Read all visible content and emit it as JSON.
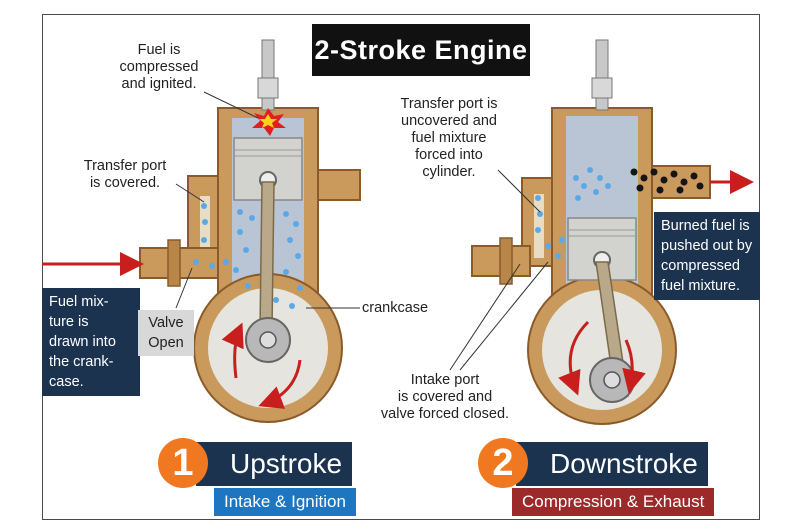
{
  "title": "2-Stroke Engine",
  "callouts": {
    "fuel_compressed": [
      "Fuel is",
      "compressed",
      "and ignited."
    ],
    "transfer_covered": [
      "Transfer port",
      "is covered."
    ],
    "transfer_uncovered": [
      "Transfer port is",
      "uncovered and",
      "fuel mixture",
      "forced into",
      "cylinder."
    ],
    "crankcase": "crankcase",
    "intake_closed": [
      "Intake port",
      "is covered and",
      "valve forced closed."
    ]
  },
  "boxes": {
    "fuel_drawn": [
      "Fuel mix-",
      "ture is",
      "drawn into",
      "the crank-",
      "case."
    ],
    "valve_open": [
      "Valve",
      "Open"
    ],
    "burned_fuel": [
      "Burned fuel is",
      "pushed out by",
      "compressed",
      "fuel mixture."
    ]
  },
  "steps": [
    {
      "number": "1",
      "label": "Upstroke",
      "sub": "Intake & Ignition",
      "sub_color": "#1e76c0"
    },
    {
      "number": "2",
      "label": "Downstroke",
      "sub": "Compression & Exhaust",
      "sub_color": "#9c2a2a"
    }
  ],
  "colors": {
    "engine_body": "#c99a5b",
    "engine_outline": "#8a5a2a",
    "cylinder": "#b9c4d4",
    "piston": "#d2d2cf",
    "mixture_dots": "#5aa9e6",
    "arrow": "#c81e1e",
    "label_bg": "#1c3350",
    "step_circle": "#f07820"
  }
}
